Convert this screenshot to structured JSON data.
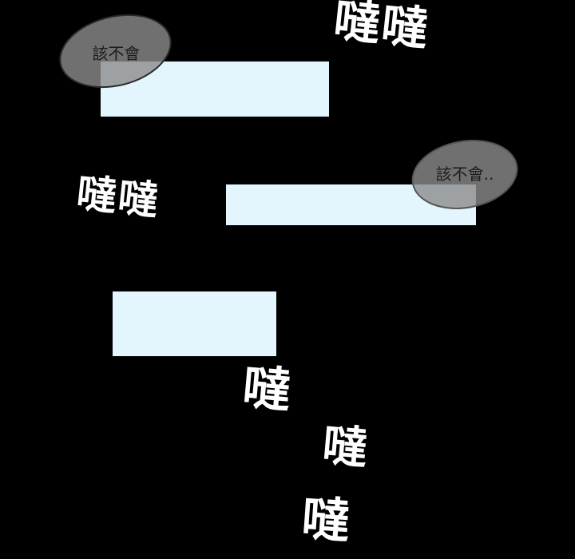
{
  "colors": {
    "background": "#000000",
    "panel": "#e3f5fd",
    "bubble": "#8c8c8c",
    "sfx_text": "#ffffff"
  },
  "speech_bubbles": [
    {
      "text": "該不會"
    },
    {
      "text": "該不會.."
    }
  ],
  "sound_effects": [
    {
      "text": "噠噠"
    },
    {
      "text": "噠噠"
    },
    {
      "text": "噠"
    },
    {
      "text": "噠"
    },
    {
      "text": "噠"
    }
  ]
}
